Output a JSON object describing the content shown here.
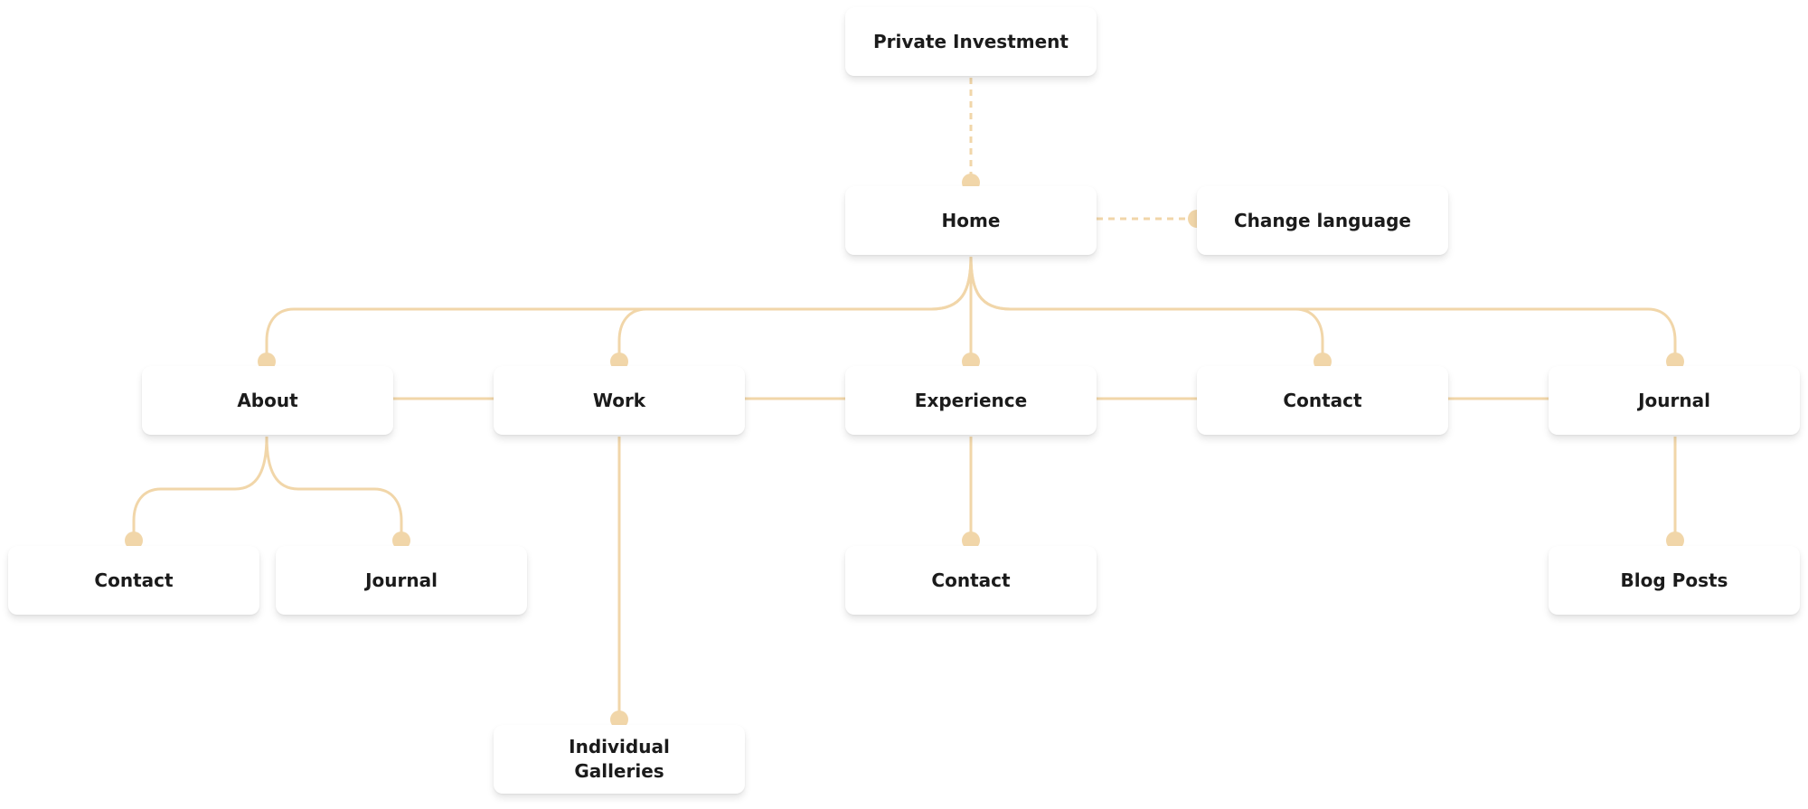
{
  "diagram": {
    "nodes": {
      "private_investment": "Private Investment",
      "home": "Home",
      "change_language": "Change language",
      "about": "About",
      "work": "Work",
      "experience": "Experience",
      "contact": "Contact",
      "journal": "Journal",
      "about_contact": "Contact",
      "about_journal": "Journal",
      "experience_contact": "Contact",
      "blog_posts": "Blog Posts",
      "individual_galleries": "Individual Galleries"
    },
    "connector_color": "#f1d6a9",
    "node_background": "#ffffff",
    "text_color": "#1b1b1b"
  }
}
